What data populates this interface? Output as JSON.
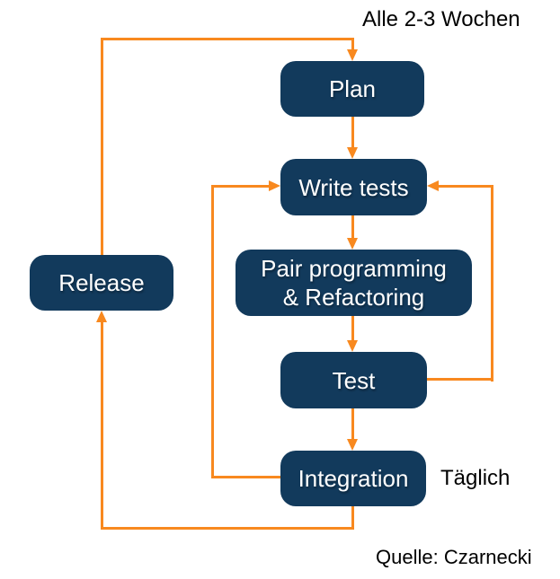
{
  "colors": {
    "box": "#123A5C",
    "arrow": "#F8891F",
    "bg": "#FFFFFF",
    "boxtext": "#FFFFFF",
    "labeltext": "#000000"
  },
  "nodes": {
    "plan": {
      "label": "Plan"
    },
    "write_tests": {
      "label": "Write tests"
    },
    "pair": {
      "line1": "Pair programming",
      "line2": "& Refactoring"
    },
    "test": {
      "label": "Test"
    },
    "integration": {
      "label": "Integration"
    },
    "release": {
      "label": "Release"
    }
  },
  "annotations": {
    "cycle": "Alle 2-3 Wochen",
    "daily": "Täglich",
    "source": "Quelle: Czarnecki"
  }
}
